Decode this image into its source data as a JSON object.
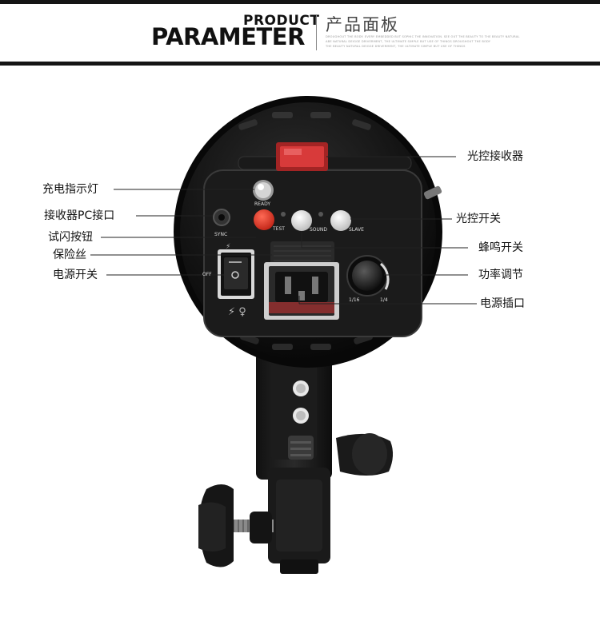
{
  "header": {
    "title_top": "PRODUCT",
    "title_main": "PARAMETER",
    "title_cn": "产品面板",
    "fine_text": [
      "DROUGHOUT THE BODY. EVERY EMBEDDED BUT SOPHIC THE INNOVATION. SEE OUT THE BEAUTY TO THE BEAUTY NATURAL",
      "ABE NATURAL DEIGGE DRIVERMENT, THE ULTIMATE SIMPLE BUT USE OF THINGS DROUGHOUT THE BODY",
      "THE BEAUTY NATURAL DEIGGE DRIVERMENT, THE ULTIMATE SIMPLE BUT USE OF THINGS"
    ]
  },
  "panel_text": {
    "ready": "READY",
    "test": "TEST",
    "sound": "SOUND",
    "slave": "SLAVE",
    "sync": "SYNC",
    "off": "OFF",
    "scale_min": "1/16",
    "scale_max": "1/4"
  },
  "labels_left": [
    "充电指示灯",
    "接收器PC接口",
    "试闪按钮",
    "保险丝",
    "电源开关"
  ],
  "labels_right": [
    "光控接收器",
    "光控开关",
    "蜂鸣开关",
    "功率调节",
    "电源插口"
  ],
  "colors": {
    "dark_bar": "#151515",
    "test_button": "#e53a2a",
    "receiver": "#d83a3a"
  }
}
